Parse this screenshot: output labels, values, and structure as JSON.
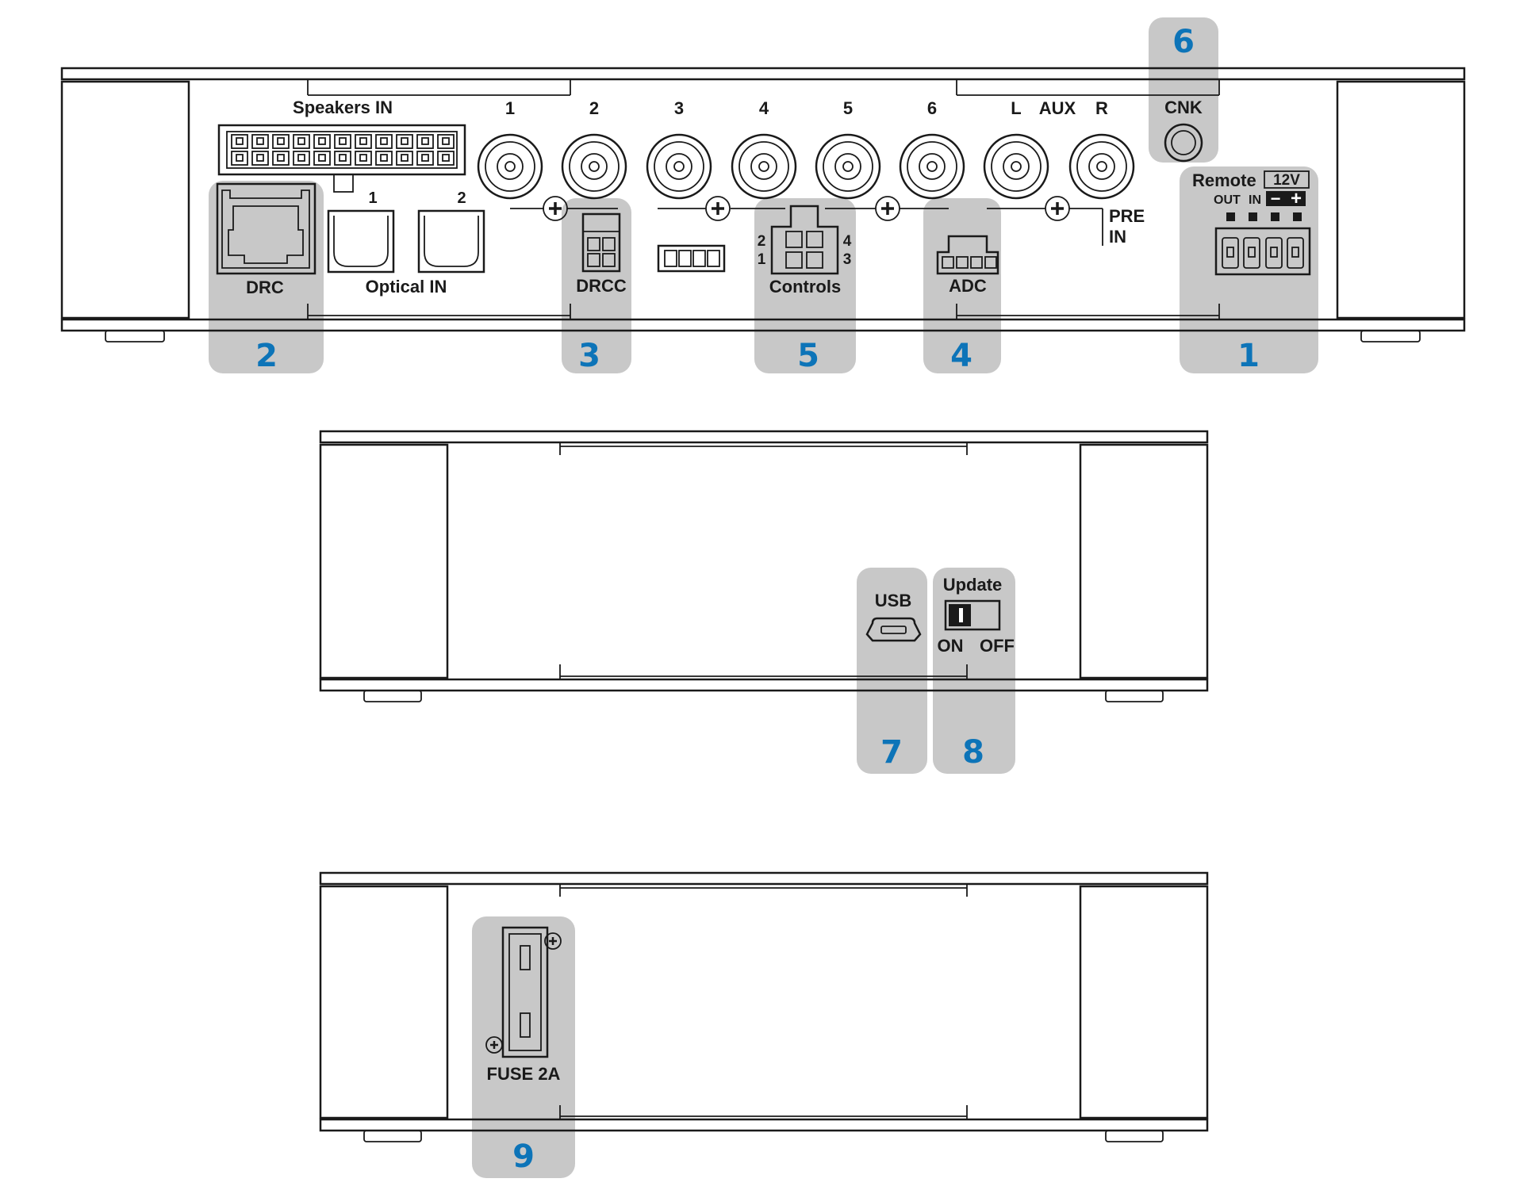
{
  "top_panel": {
    "speakers_in_label": "Speakers IN",
    "optical_ports": [
      "1",
      "2"
    ],
    "optical_label": "Optical IN",
    "drc_label": "DRC",
    "drcc_label": "DRCC",
    "controls_label": "Controls",
    "controls_pins": [
      "2",
      "1",
      "4",
      "3"
    ],
    "adc_label": "ADC",
    "rca_labels": [
      "1",
      "2",
      "3",
      "4",
      "5",
      "6",
      "L",
      "R"
    ],
    "aux_label": "AUX",
    "pre_in_label": [
      "PRE",
      "IN"
    ],
    "cnk_label": "CNK",
    "remote_label": "Remote",
    "volt_label": "12V",
    "out_label": "OUT",
    "in_label": "IN",
    "plus_sign": "+",
    "minus_sign": "−"
  },
  "middle_panel": {
    "usb_label": "USB",
    "update_label": "Update",
    "on_label": "ON",
    "off_label": "OFF"
  },
  "bottom_panel": {
    "fuse_label": "FUSE 2A"
  },
  "callouts": {
    "c1": "1",
    "c2": "2",
    "c3": "3",
    "c4": "4",
    "c5": "5",
    "c6": "6",
    "c7": "7",
    "c8": "8",
    "c9": "9"
  },
  "colors": {
    "callout_number": "#0d74b8",
    "highlight": "#c8c8c8",
    "line": "#1a1a1a"
  }
}
